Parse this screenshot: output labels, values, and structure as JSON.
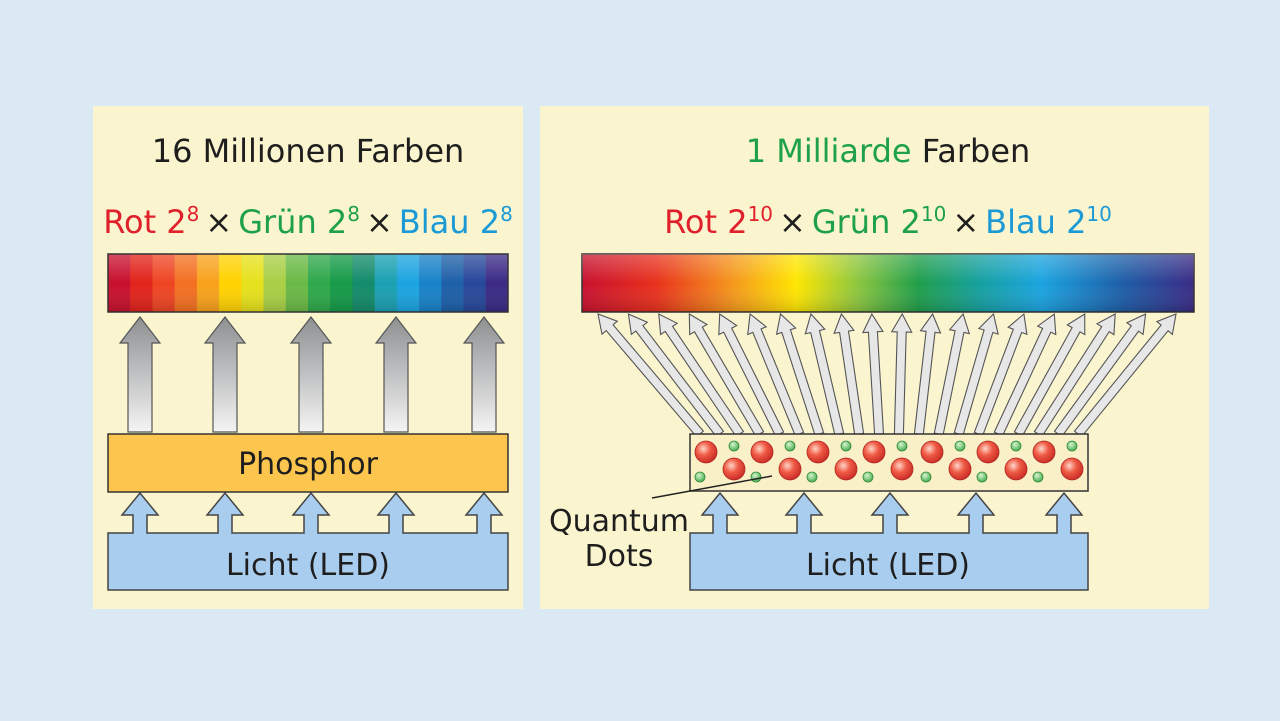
{
  "colors": {
    "background": "#dbe9f4",
    "panel": "#fbf5cf",
    "red": "#e0202a",
    "green": "#1fa04a",
    "blue": "#1b9ad6",
    "dark_text": "#1e1e1e",
    "phosphor_fill": "#fbc54e",
    "led_fill": "#a9cdee",
    "dot_red": "#e8473f",
    "dot_green": "#43b04a"
  },
  "left_panel": {
    "title": "16 Millionen Farben",
    "formula": {
      "red_label": "Rot 2",
      "red_exp": "8",
      "green_label": "Grün 2",
      "green_exp": "8",
      "blue_label": "Blau 2",
      "blue_exp": "8",
      "times": "×"
    },
    "spectrum_bands": 18,
    "phosphor_label": "Phosphor",
    "led_label": "Licht (LED)"
  },
  "right_panel": {
    "title_highlight": "1 Milliarde",
    "title_rest": " Farben",
    "formula": {
      "red_label": "Rot 2",
      "red_exp": "10",
      "green_label": "Grün 2",
      "green_exp": "10",
      "blue_label": "Blau 2",
      "blue_exp": "10",
      "times": "×"
    },
    "quantum_label_line1": "Quantum",
    "quantum_label_line2": "Dots",
    "led_label": "Licht (LED)"
  }
}
